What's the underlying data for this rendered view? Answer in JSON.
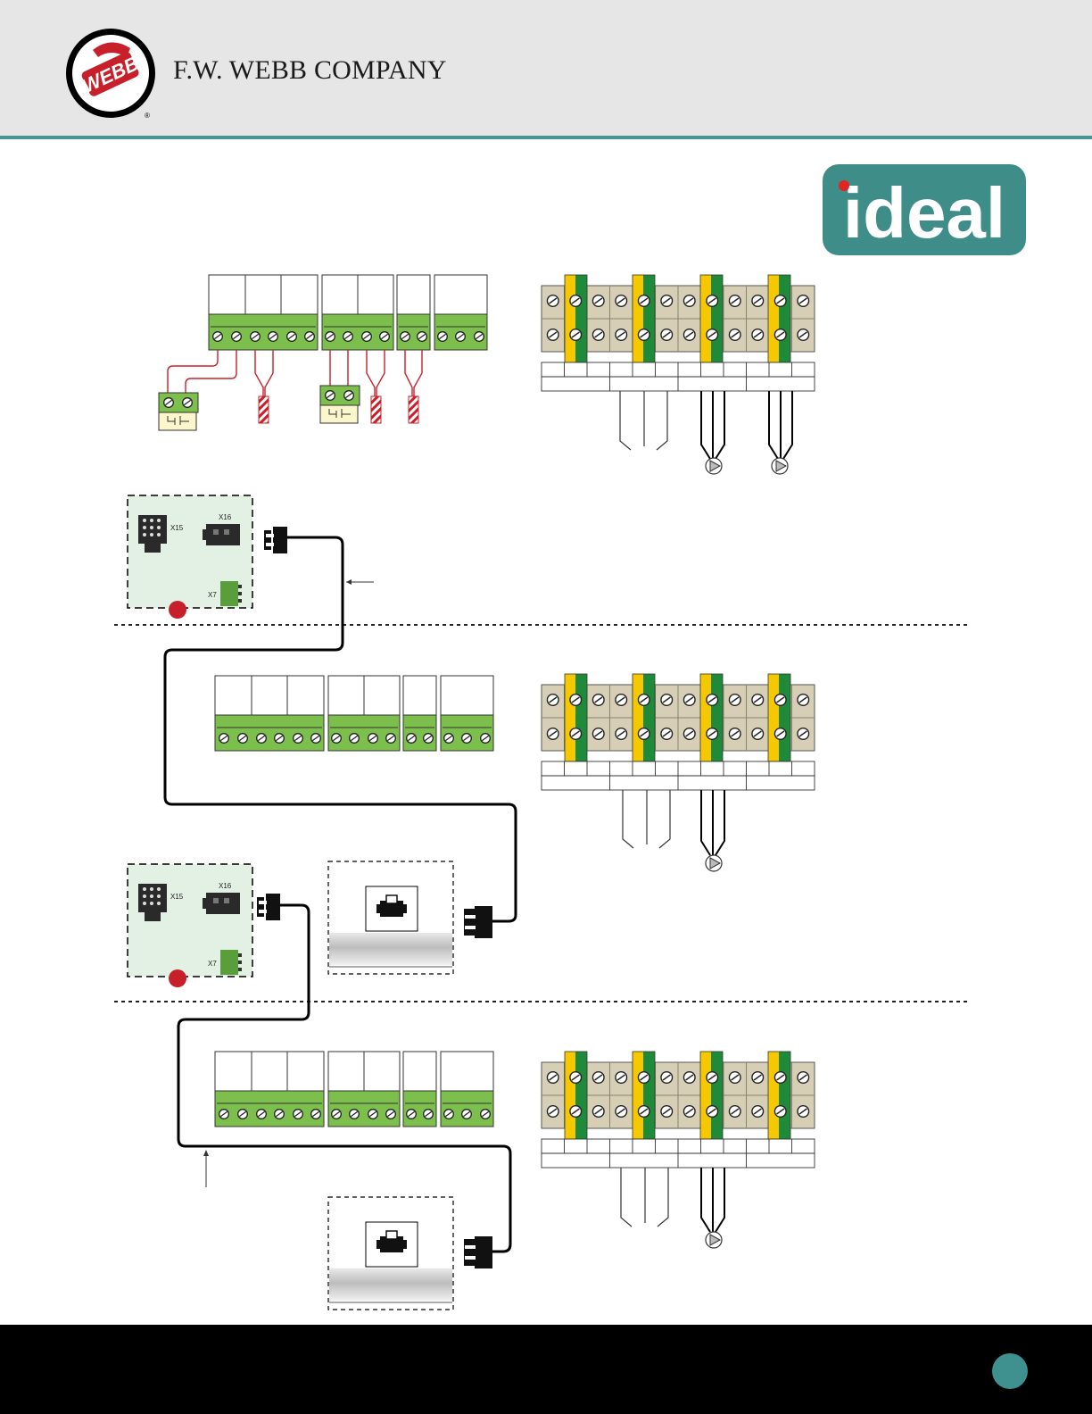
{
  "header": {
    "company_name": "F.W. WEBB COMPANY",
    "logo_text": "WEBB",
    "registered_mark": "®"
  },
  "brand": {
    "name": "ideal"
  },
  "board_labels": {
    "x15": "X15",
    "x16": "X16",
    "x7": "X7"
  },
  "colors": {
    "header_bg": "#e6e6e6",
    "accent_teal": "#4a9593",
    "ideal_teal": "#3f8d89",
    "terminal_green": "#7cbf4c",
    "board_green": "#e3f1e4",
    "earth_yellow": "#f5c800",
    "earth_green": "#1f8b3a",
    "terminal_beige": "#d6cfb6",
    "wire_red": "#c8202a",
    "footer_bg": "#000000"
  }
}
